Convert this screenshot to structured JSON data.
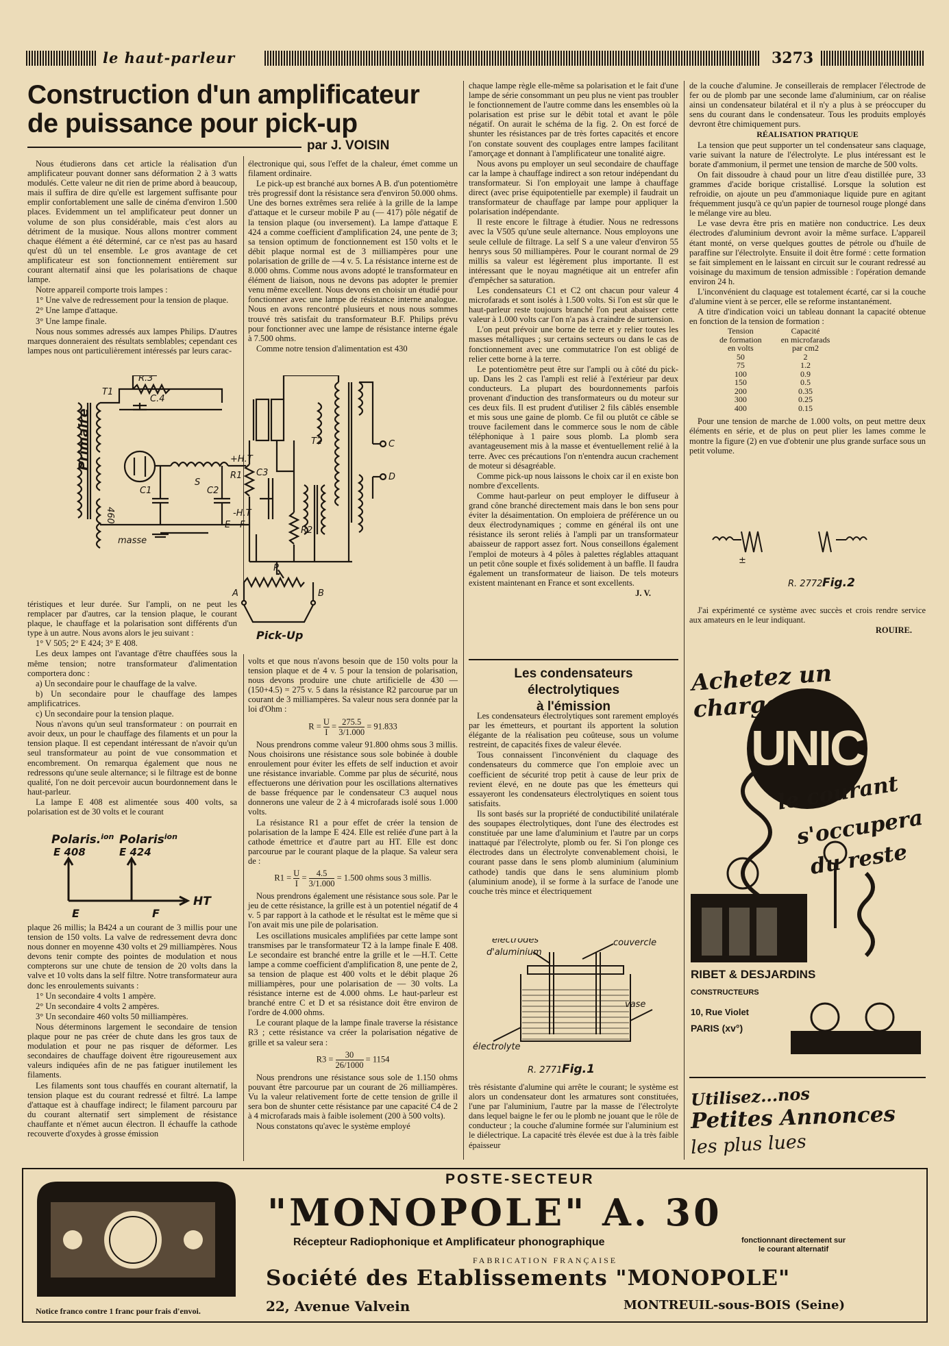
{
  "header": {
    "journal": "le haut-parleur",
    "page_number": "3273"
  },
  "article1": {
    "title_line1": "Construction d'un amplificateur",
    "title_line2": "de puissance pour pick-up",
    "byline": "par J. VOISIN",
    "col1_top": [
      "Nous étudierons dans cet article la réalisation d'un amplificateur pouvant donner sans déformation 2 à 3 watts modulés. Cette valeur ne dit rien de prime abord à beaucoup, mais il suffira de dire qu'elle est largement suffisante pour emplir confortablement une salle de cinéma d'environ 1.500 places. Evidemment un tel amplificateur peut donner un volume de son plus considérable, mais c'est alors au détriment de la musique. Nous allons montrer comment chaque élément a été déterminé, car ce n'est pas au hasard qu'est dû un tel ensemble. Le gros avantage de cet amplificateur est son fonctionnement entièrement sur courant alternatif ainsi que les polarisations de chaque lampe.",
      "Notre appareil comporte trois lampes :",
      "1° Une valve de redressement pour la tension de plaque.",
      "2° Une lampe d'attaque.",
      "3° Une lampe finale.",
      "Nous nous sommes adressés aux lampes Philips. D'autres marques donneraient des résultats semblables; cependant ces lampes nous ont particulièrement intéressés par leurs carac-"
    ],
    "col2_top": [
      "électronique qui, sous l'effet de la chaleur, émet comme un filament ordinaire.",
      "Le pick-up est branché aux bornes A B. d'un potentiomètre très progressif dont la résistance sera d'environ 50.000 ohms. Une des bornes extrêmes sera reliée à la grille de la lampe d'attaque et le curseur mobile P au (— 417) pôle négatif de la tension plaque (ou inversement). La lampe d'attaque E 424 a comme coefficient d'amplification 24, une pente de 3; sa tension optimum de fonctionnement est 150 volts et le débit plaque normal est de 3 milliampères pour une polarisation de grille de —4 v. 5. La résistance interne est de 8.000 ohms. Comme nous avons adopté le transformateur en élément de liaison, nous ne devons pas adopter le premier venu même excellent. Nous devons en choisir un étudié pour fonctionner avec une lampe de résistance interne analogue. Nous en avons rencontré plusieurs et nous nous sommes trouvé très satisfait du transformateur B.F. Philips prévu pour fonctionner avec une lampe de résistance interne égale à 7.500 ohms.",
      "Comme notre tension d'alimentation est 430"
    ],
    "col3": [
      "chaque lampe règle elle-même sa polarisation et le fait d'une lampe de série consommant un peu plus ne vient pas troubler le fonctionnement de l'autre comme dans les ensembles où la polarisation est prise sur le débit total et avant le pôle négatif. On aurait le schéma de la fig. 2. On est forcé de shunter les résistances par de très fortes capacités et encore l'on constate souvent des couplages entre lampes facilitant l'amorçage et donnant à l'amplificateur une tonalité aigre.",
      "Nous avons pu employer un seul secondaire de chauffage car la lampe à chauffage indirect a son retour indépendant du transformateur. Si l'on employait une lampe à chauffage direct (avec prise équipotentielle par exemple) il faudrait un transformateur de chauffage par lampe pour appliquer la polarisation indépendante.",
      "Il reste encore le filtrage à étudier. Nous ne redressons avec la V505 qu'une seule alternance. Nous employons une seule cellule de filtrage. La self S a une valeur d'environ 55 henrys sous 50 milliampères. Pour le courant normal de 29 millis sa valeur est légèrement plus importante. Il est intéressant que le noyau magnétique ait un entrefer afin d'empêcher sa saturation.",
      "Les condensateurs C1 et C2 ont chacun pour valeur 4 microfarads et sont isolés à 1.500 volts. Si l'on est sûr que le haut-parleur reste toujours branché l'on peut abaisser cette valeur à 1.000 volts car l'on n'a pas à craindre de surtension.",
      "L'on peut prévoir une borne de terre et y relier toutes les masses métalliques ; sur certains secteurs ou dans le cas de fonctionnement avec une commutatrice l'on est obligé de relier cette borne à la terre.",
      "Le potentiomètre peut être sur l'ampli ou à côté du pick-up. Dans les 2 cas l'ampli est relié à l'extérieur par deux conducteurs. La plupart des bourdonnements parfois provenant d'induction des transformateurs ou du moteur sur ces deux fils. Il est prudent d'utiliser 2 fils câblés ensemble et mis sous une gaine de plomb. Ce fil ou plutôt ce câble se trouve facilement dans le commerce sous le nom de câble téléphonique à 1 paire sous plomb. La plomb sera avantageusement mis à la masse et éventuellement relié à la terre. Avec ces précautions l'on n'entendra aucun crachement de moteur si désagréable.",
      "Comme pick-up nous laissons le choix car il en existe bon nombre d'excellents.",
      "Comme haut-parleur on peut employer le diffuseur à grand cône branché directement mais dans le bon sens pour éviter la désaimentation. On emploiera de préférence un ou deux électrodynamiques ; comme en général ils ont une résistance ils seront reliés à l'ampli par un transformateur abaisseur de rapport assez fort. Nous conseillons également l'emploi de moteurs à 4 pôles à palettes réglables attaquant un petit cône souple et fixés solidement à un baffle. Il faudra également un transformateur de liaison. De tels moteurs existent maintenant en France et sont excellents."
    ],
    "col3_signature": "J. V.",
    "col1_bottom": [
      "téristiques et leur durée. Sur l'ampli, on ne peut les remplacer par d'autres, car la tension plaque, le courant plaque, le chauffage et la polarisation sont différents d'un type à un autre. Nous avons alors le jeu suivant :",
      "1° V 505; 2° E 424; 3° E 408.",
      "Les deux lampes ont l'avantage d'être chauffées sous la même tension; notre transformateur d'alimentation comportera donc :",
      "a) Un secondaire pour le chauffage de la valve.",
      "b) Un secondaire pour le chauffage des lampes amplificatrices.",
      "c) Un secondaire pour la tension plaque.",
      "Nous n'avons qu'un seul transformateur : on pourrait en avoir deux, un pour le chauffage des filaments et un pour la tension plaque. Il est cependant intéressant de n'avoir qu'un seul transformateur au point de vue consommation et encombrement. On remarqua également que nous ne redressons qu'une seule alternance; si le filtrage est de bonne qualité, l'on ne doit percevoir aucun bourdonnement dans le haut-parleur.",
      "La lampe E 408 est alimentée sous 400 volts, sa polarisation est de 30 volts et le courant"
    ],
    "col1_last": [
      "plaque 26 millis; la B424 a un courant de 3 millis pour une tension de 150 volts. La valve de redressement devra donc nous donner en moyenne 430 volts et 29 milliampères. Nous devons tenir compte des pointes de modulation et nous compterons sur une chute de tension de 20 volts dans la valve et 10 volts dans la self filtre. Notre transformateur aura donc les enroulements suivants :",
      "1° Un secondaire 4 volts 1 ampère.",
      "2° Un secondaire 4 volts 2 ampères.",
      "3° Un secondaire 460 volts 50 milliampères.",
      "Nous déterminons largement le secondaire de tension plaque pour ne pas créer de chute dans les gros taux de modulation et pour ne pas risquer de déformer. Les secondaires de chauffage doivent être rigoureusement aux valeurs indiquées afin de ne pas fatiguer inutilement les filaments.",
      "Les filaments sont tous chauffés en courant alternatif, la tension plaque est du courant redressé et filtré. La lampe d'attaque est à chauffage indirect; le filament parcouru par du courant alternatif sert simplement de résistance chauffante et n'émet aucun électron. Il échauffe la cathode recouverte d'oxydes à grosse émission"
    ],
    "col2_bottom": [
      "volts et que nous n'avons besoin que de 150 volts pour la tension plaque et de 4 v. 5 pour la tension de polarisation, nous devons produire une chute artificielle de 430 — (150+4.5) = 275 v. 5 dans la résistance R2 parcourue par un courant de 3 milliampères. Sa valeur nous sera donnée par la loi d'Ohm :",
      "Nous prendrons comme valeur 91.800 ohms sous 3 millis. Nous choisirons une résistance sous sole bobinée à double enroulement pour éviter les effets de self induction et avoir une résistance invariable. Comme par plus de sécurité, nous effectuerons une dérivation pour les oscillations alternatives de basse fréquence par le condensateur C3 auquel nous donnerons une valeur de 2 à 4 microfarads isolé sous 1.000 volts.",
      "La résistance R1 a pour effet de créer la tension de polarisation de la lampe E 424. Elle est reliée d'une part à la cathode émettrice et d'autre part au HT. Elle est donc parcourue par le courant plaque de la plaque. Sa valeur sera de :",
      "Nous prendrons également une résistance sous sole. Par le jeu de cette résistance, la grille est à un potentiel négatif de 4 v. 5 par rapport à la cathode et le résultat est le même que si l'on avait mis une pile de polarisation.",
      "Les oscillations musicales amplifiées par cette lampe sont transmises par le transformateur T2 à la lampe finale E 408. Le secondaire est branché entre la grille et le —H.T. Cette lampe a comme coefficient d'amplification 8, une pente de 2, sa tension de plaque est 400 volts et le débit plaque 26 milliampères, pour une polarisation de — 30 volts. La résistance interne est de 4.000 ohms. Le haut-parleur est branché entre C et D et sa résistance doit être environ de l'ordre de 4.000 ohms.",
      "Le courant plaque de la lampe finale traverse la résistance R3 ; cette résistance va créer la polarisation négative de grille et sa valeur sera :",
      "Nous prendrons une résistance sous sole de 1.150 ohms pouvant être parcourue par un courant de 26 milliampères. Vu la valeur relativement forte de cette tension de grille il sera bon de shunter cette résistance par une capacité C4 de 2 à 4 microfarads mais à faible isolement (200 à 500 volts).",
      "Nous constatons qu'avec le système employé"
    ],
    "formula1": {
      "lhs": "R = ",
      "num": "U",
      "den": "I",
      "eq": " = ",
      "num2": "275.5",
      "den2": "3/1.000",
      "res": " = 91.833"
    },
    "formula2": {
      "lhs": "R1 = ",
      "num": "U",
      "den": "I",
      "eq": " = ",
      "num2": "4.5",
      "den2": "3/1.000",
      "res": " = 1.500 ohms sous 3 millis."
    },
    "formula3": {
      "lhs": "R3 = ",
      "num2": "30",
      "den2": "26/1000",
      "res": " = 1154"
    }
  },
  "fig_schema": {
    "labels": {
      "t1": "T1",
      "r3": "R.3",
      "c4": "C.4",
      "primaire": "Primaire",
      "s": "S",
      "ht_plus": "+H.T",
      "ht_minus": "-H.T",
      "c1": "C1",
      "c2": "C2",
      "v460": "460",
      "masse": "masse",
      "e": "E",
      "f": "F",
      "r1": "R1",
      "c3": "C3",
      "r2": "R2",
      "t2": "T2",
      "c": "C",
      "d": "D",
      "a": "A",
      "b": "B",
      "p": "P",
      "pickup": "Pick-Up"
    }
  },
  "fig_polar": {
    "e408_1": "Polaris.",
    "e408_sup": "ion",
    "e408_2": "E 408",
    "e424_1": "Polaris",
    "e424_sup": "ion",
    "e424_2": "E 424",
    "ht": "HT",
    "e": "E",
    "f": "F"
  },
  "article2": {
    "title_line1": "Les condensateurs électrolytiques",
    "title_line2": "à l'émission",
    "paras": [
      "Les condensateurs électrolytiques sont rarement employés par les émetteurs, et pourtant ils apportent la solution élégante de la réalisation peu coûteuse, sous un volume restreint, de capacités fixes de valeur élevée.",
      "Tous connaissent l'inconvénient du claquage des condensateurs du commerce que l'on emploie avec un coefficient de sécurité trop petit à cause de leur prix de revient élevé, en ne doute pas que les émetteurs qui essayeront les condensateurs électrolytiques en soient tous satisfaits.",
      "Ils sont basés sur la propriété de conductibilité unilatérale des soupapes électrolytiques, dont l'une des électrodes est constituée par une lame d'aluminium et l'autre par un corps inattaqué par l'électrolyte, plomb ou fer. Si l'on plonge ces électrodes dans un électrolyte convenablement choisi, le courant passe dans le sens plomb aluminium (aluminium cathode) tandis que dans le sens aluminium plomb (aluminium anode), il se forme à la surface de l'anode une couche très mince et électriquement"
    ],
    "paras_bottom": [
      "très résistante d'alumine qui arrête le courant; le système est alors un condensateur dont les armatures sont constituées, l'une par l'aluminium, l'autre par la masse de l'électrolyte dans lequel baigne le fer ou le plomb ne jouant que le rôle de conducteur ; la couche d'alumine formée sur l'aluminium est le diélectrique. La capacité très élevée est due à la très faible épaisseur"
    ],
    "fig1": {
      "electrodes1": "électrodes",
      "electrodes2": "d'aluminium",
      "couvercle": "couvercle",
      "vase": "vase",
      "electrolyte": "électrolyte",
      "ref": "R. 2771",
      "caption": "Fig.1"
    },
    "col4": [
      "de la couche d'alumine. Je conseillerais de remplacer l'électrode de fer ou de plomb par une seconde lame d'aluminium, car on réalise ainsi un condensateur bilatéral et il n'y a plus à se préoccuper du sens du courant dans le condensateur. Tous les produits employés devront être chimiquement purs."
    ],
    "realisation_title": "RÉALISATION PRATIQUE",
    "col4_b": [
      "La tension que peut supporter un tel condensateur sans claquage, varie suivant la nature de l'électrolyte. Le plus intéressant est le borate d'ammonium, il permet une tension de marche de 500 volts.",
      "On fait dissoudre à chaud pour un litre d'eau distillée pure, 33 grammes d'acide borique cristallisé. Lorsque la solution est refroidie, on ajoute un peu d'ammoniaque liquide pure en agitant fréquemment jusqu'à ce qu'un papier de tournesol rouge plongé dans le mélange vire au bleu.",
      "Le vase devra être pris en matière non conductrice. Les deux électrodes d'aluminium devront avoir la même surface. L'appareil étant monté, on verse quelques gouttes de pétrole ou d'huile de paraffine sur l'électrolyte. Ensuite il doit être formé : cette formation se fait simplement en le laissant en circuit sur le courant redressé au voisinage du maximum de tension admissible : l'opération demande environ 24 h.",
      "L'inconvénient du claquage est totalement écarté, car si la couche d'alumine vient à se percer, elle se reforme instantanément.",
      "A titre d'indication voici un tableau donnant la capacité obtenue en fonction de la tension de formation :"
    ],
    "table": {
      "h1a": "Tension",
      "h1b": "de formation",
      "h1c": "en volts",
      "h2a": "Capacité",
      "h2b": "en microfarads",
      "h2c": "par cm2",
      "rows": [
        [
          "50",
          "2"
        ],
        [
          "75",
          "1.2"
        ],
        [
          "100",
          "0.9"
        ],
        [
          "150",
          "0.5"
        ],
        [
          "200",
          "0.35"
        ],
        [
          "300",
          "0.25"
        ],
        [
          "400",
          "0.15"
        ]
      ]
    },
    "col4_c": [
      "Pour une tension de marche de 1.000 volts, on peut mettre deux éléments en série, et de plus on peut plier les lames comme le montre la figure (2) en vue d'obtenir une plus grande surface sous un petit volume."
    ],
    "fig2": {
      "ref": "R. 2772",
      "caption": "Fig.2"
    },
    "col4_d": [
      "J'ai expérimenté ce système avec succès et crois rendre service aux amateurs en le leur indiquant."
    ],
    "signature": "ROUIRE."
  },
  "ad_unic": {
    "headline": "Achetez un chargeur",
    "brand": "UNIC",
    "slogan1": "le courant",
    "slogan2": "s'occupera",
    "slogan3": "du reste",
    "maker": "RIBET & DESJARDINS",
    "maker_sub": "CONSTRUCTEURS",
    "address": "10, Rue Violet",
    "city": "PARIS (xv°)"
  },
  "ad_petites": {
    "l1": "Utilisez...nos",
    "l2": "Petites Annonces",
    "l3": "les plus lues"
  },
  "ad_monopole": {
    "line1": "POSTE-SECTEUR",
    "line2": "\"MONOPOLE\" A. 30",
    "line3": "Récepteur Radiophonique et Amplificateur phonographique",
    "line4a": "fonctionnant directement sur",
    "line4b": "le courant alternatif",
    "line5": "FABRICATION FRANÇAISE",
    "line6": "Société des Etablissements \"MONOPOLE\"",
    "address": "22, Avenue Valvein",
    "city": "MONTREUIL-sous-BOIS (Seine)",
    "notice": "Notice franco contre 1 franc pour frais d'envoi."
  },
  "colors": {
    "paper": "#ecdcb9",
    "ink": "#1c1610"
  }
}
